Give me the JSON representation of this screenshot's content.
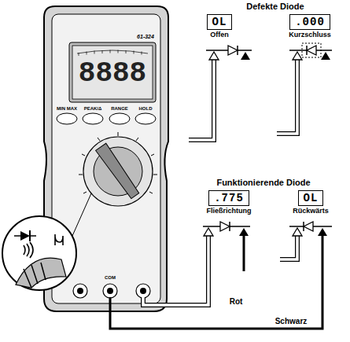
{
  "diagram": {
    "nodes": [
      {
        "text": [
          "OL",
          "Offen"
        ]
      },
      {
        "text": [
          ".000",
          "Kurzschluss"
        ]
      },
      {
        "text": [
          ".775",
          "Fließrichtung"
        ]
      },
      {
        "text": [
          "OL",
          "Rückwärts"
        ]
      }
    ],
    "labels": [
      "Defekte Diode",
      "Funktionierende Diode",
      "Rot",
      "Schwarz",
      "61-324",
      "8888",
      "MIN MAX",
      "PEAK/Δ",
      "RANGE",
      "HOLD",
      "COM"
    ]
  }
}
